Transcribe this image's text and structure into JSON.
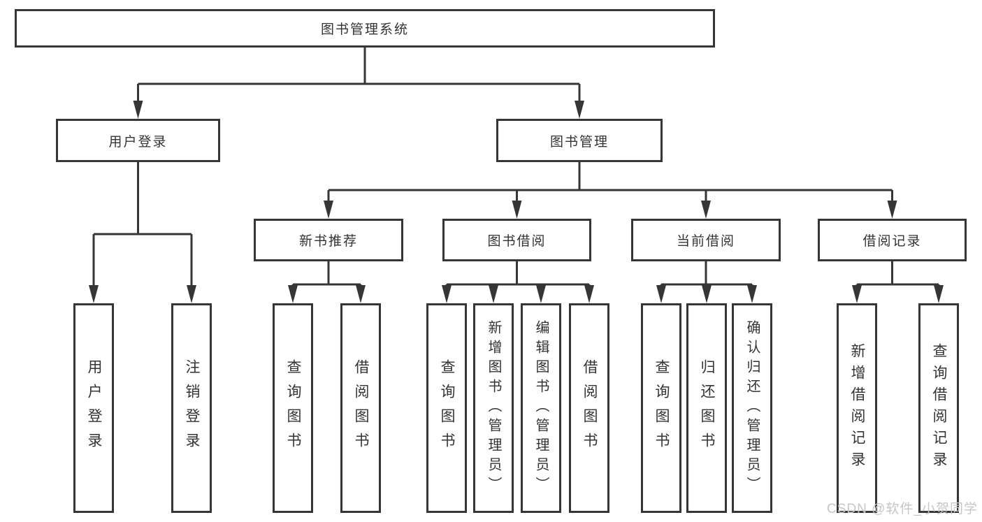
{
  "diagram": {
    "type": "hierarchy-tree",
    "title": "图书管理系统",
    "watermark": "CSDN @软件_小贺同学",
    "colors": {
      "line": "#363636",
      "text": "#333333",
      "box_fill": "#ffffff",
      "watermark": "#c6c6c6"
    },
    "nodes": {
      "root": {
        "label": "图书管理系统",
        "level": 0
      },
      "user_login": {
        "label": "用户登录",
        "level": 1,
        "parent": "root"
      },
      "book_mgmt": {
        "label": "图书管理",
        "level": 1,
        "parent": "root"
      },
      "new_book_rec": {
        "label": "新书推荐",
        "level": 2,
        "parent": "book_mgmt"
      },
      "book_borrow": {
        "label": "图书借阅",
        "level": 2,
        "parent": "book_mgmt"
      },
      "current_borrow": {
        "label": "当前借阅",
        "level": 2,
        "parent": "book_mgmt"
      },
      "borrow_records": {
        "label": "借阅记录",
        "level": 2,
        "parent": "book_mgmt"
      },
      "leaf_user_login": {
        "label": "用户登录",
        "level": 3,
        "parent": "user_login"
      },
      "leaf_logout": {
        "label": "注销登录",
        "level": 3,
        "parent": "user_login"
      },
      "leaf_query_book_rec": {
        "label": "查询图书",
        "level": 3,
        "parent": "new_book_rec"
      },
      "leaf_borrow_book_rec": {
        "label": "借阅图书",
        "level": 3,
        "parent": "new_book_rec"
      },
      "leaf_query_book_borrow": {
        "label": "查询图书",
        "level": 3,
        "parent": "book_borrow"
      },
      "leaf_add_book": {
        "label": "新增图书（管理员）",
        "level": 3,
        "parent": "book_borrow"
      },
      "leaf_edit_book": {
        "label": "编辑图书（管理员）",
        "level": 3,
        "parent": "book_borrow"
      },
      "leaf_borrow_book": {
        "label": "借阅图书",
        "level": 3,
        "parent": "book_borrow"
      },
      "leaf_query_book_current": {
        "label": "查询图书",
        "level": 3,
        "parent": "current_borrow"
      },
      "leaf_return_book": {
        "label": "归还图书",
        "level": 3,
        "parent": "current_borrow"
      },
      "leaf_confirm_return": {
        "label": "确认归还（管理员）",
        "level": 3,
        "parent": "current_borrow"
      },
      "leaf_add_borrow_record": {
        "label": "新增借阅记录",
        "level": 3,
        "parent": "borrow_records"
      },
      "leaf_query_borrow_record": {
        "label": "查询借阅记录",
        "level": 3,
        "parent": "borrow_records"
      }
    }
  }
}
